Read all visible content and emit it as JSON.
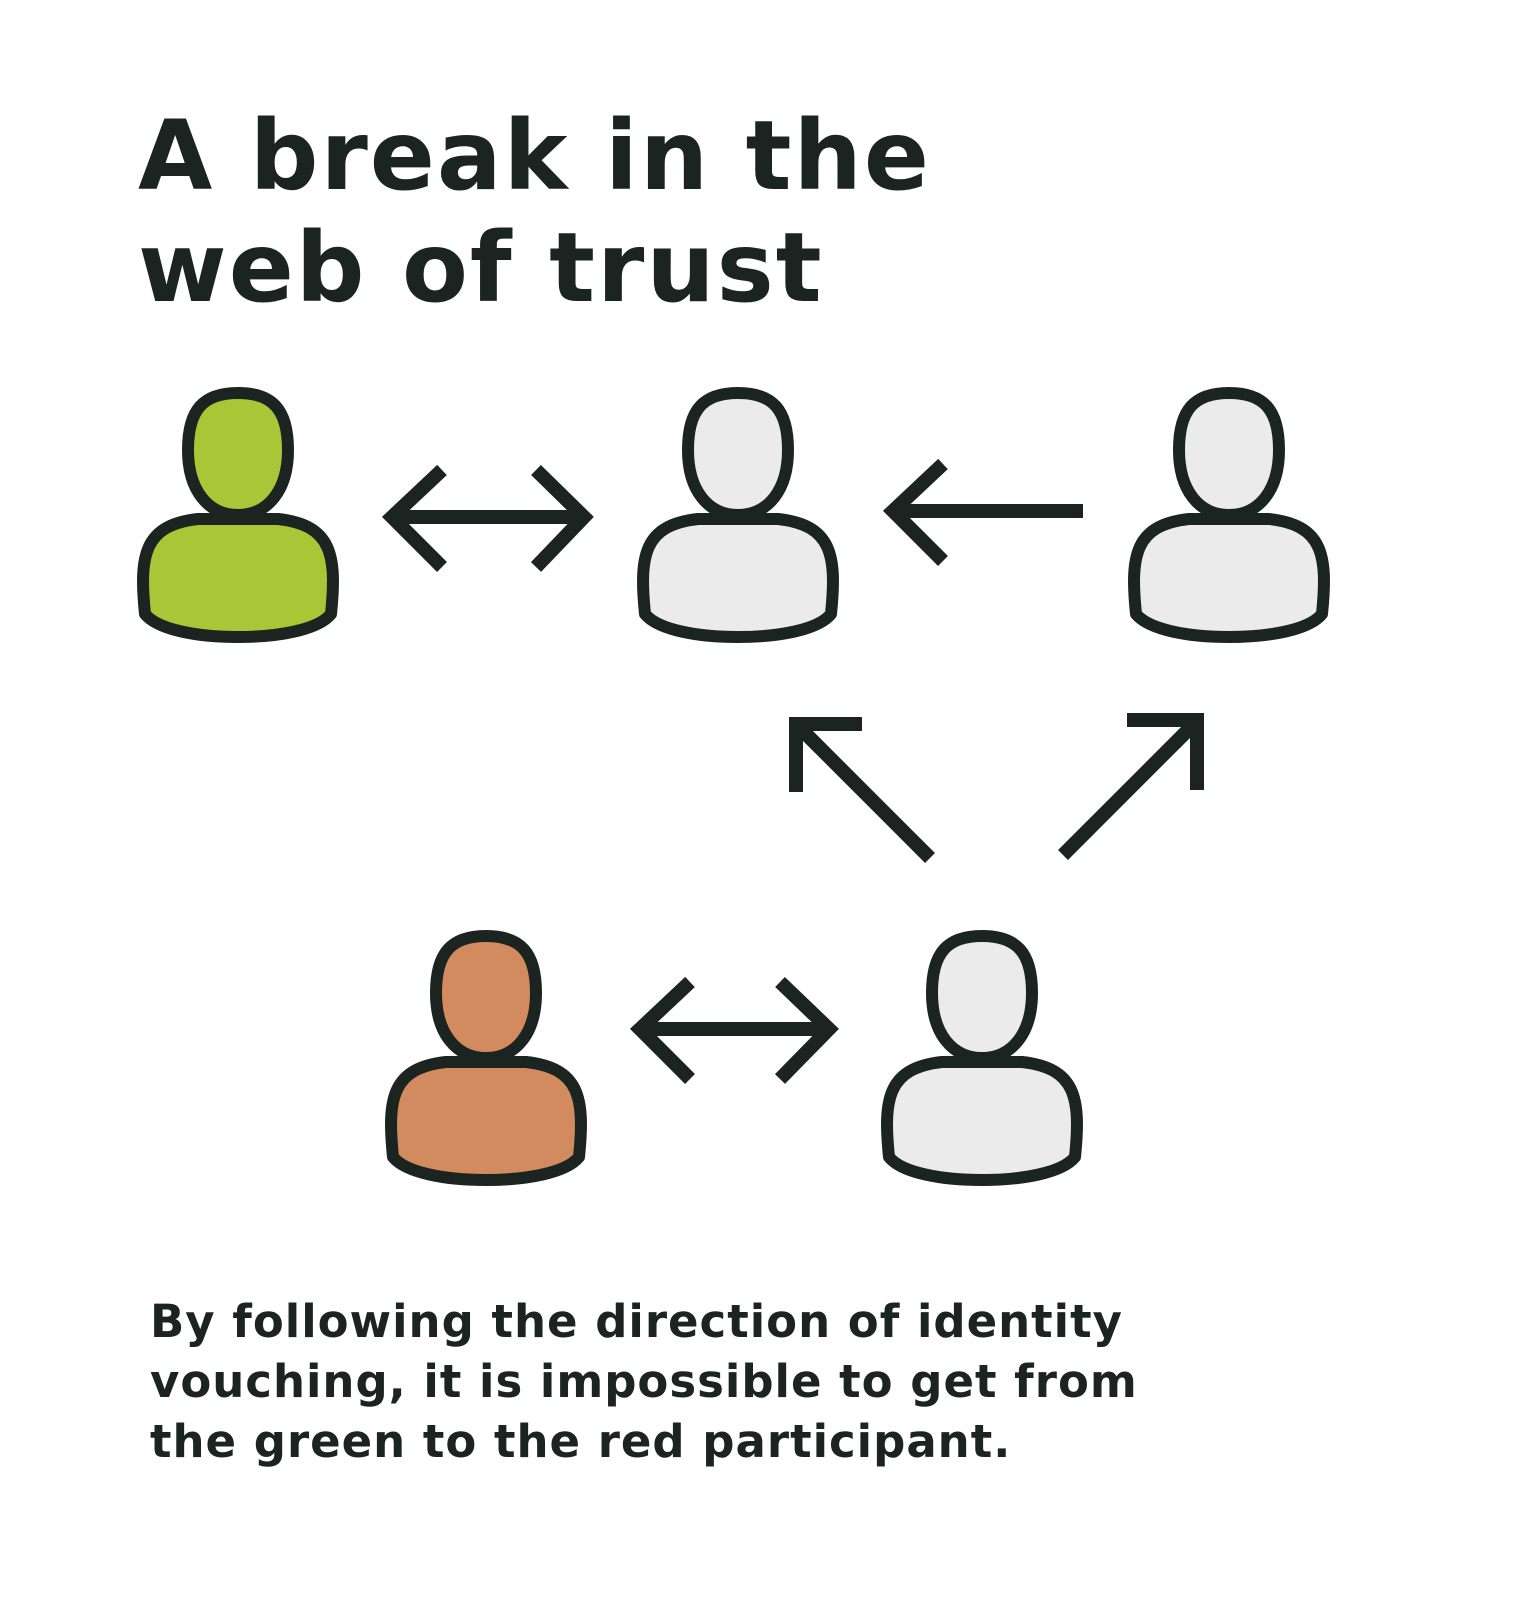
{
  "title": {
    "line1": "A break in the",
    "line2": "web of trust"
  },
  "caption": {
    "line1": "By following the direction of identity",
    "line2": "vouching, it is impossible to get from",
    "line3": "the green to the red participant."
  },
  "colors": {
    "ink": "#1c2421",
    "green_participant": "#a8c636",
    "red_participant": "#d28b5e",
    "neutral_participant": "#ebebeb"
  },
  "participants": [
    {
      "id": "p1",
      "color": "green",
      "icon": "person-icon"
    },
    {
      "id": "p2",
      "color": "neutral",
      "icon": "person-icon"
    },
    {
      "id": "p3",
      "color": "neutral",
      "icon": "person-icon"
    },
    {
      "id": "p4",
      "color": "red",
      "icon": "person-icon"
    },
    {
      "id": "p5",
      "color": "neutral",
      "icon": "person-icon"
    }
  ],
  "vouches": [
    {
      "from": "p1",
      "to": "p2",
      "bidirectional": true
    },
    {
      "from": "p3",
      "to": "p2",
      "bidirectional": false
    },
    {
      "from": "p5",
      "to": "p2",
      "bidirectional": false
    },
    {
      "from": "p5",
      "to": "p3",
      "bidirectional": false
    },
    {
      "from": "p4",
      "to": "p5",
      "bidirectional": true
    }
  ]
}
